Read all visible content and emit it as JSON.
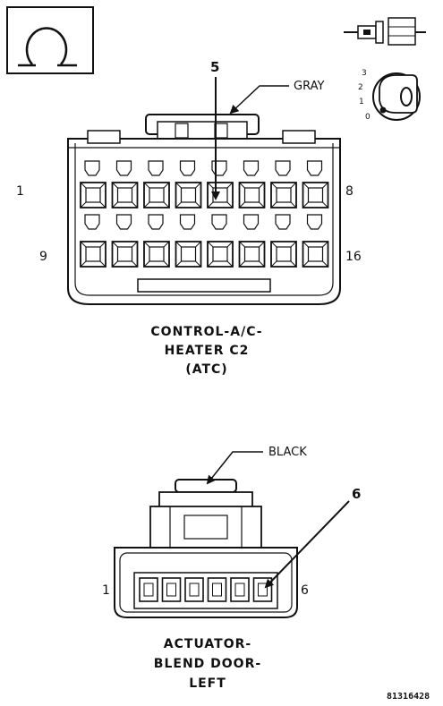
{
  "symbol_box": {
    "icon": "ohmmeter-symbol-icon"
  },
  "probe": {
    "icon": "test-probe-icon"
  },
  "ignition_switch": {
    "icon": "ignition-key-icon",
    "positions": [
      "3",
      "2",
      "1",
      "0"
    ]
  },
  "connector_c2": {
    "wire_color": "GRAY",
    "callout": "5",
    "pin_left_top": "1",
    "pin_right_top": "8",
    "pin_left_bottom": "9",
    "pin_right_bottom": "16",
    "title_lines": [
      "CONTROL-A/C-",
      "HEATER C2",
      "(ATC)"
    ]
  },
  "connector_blend": {
    "wire_color": "BLACK",
    "callout": "6",
    "pin_left": "1",
    "pin_right": "6",
    "title_lines": [
      "ACTUATOR-",
      "BLEND DOOR-",
      "LEFT"
    ]
  },
  "figure_ref": "81316428"
}
